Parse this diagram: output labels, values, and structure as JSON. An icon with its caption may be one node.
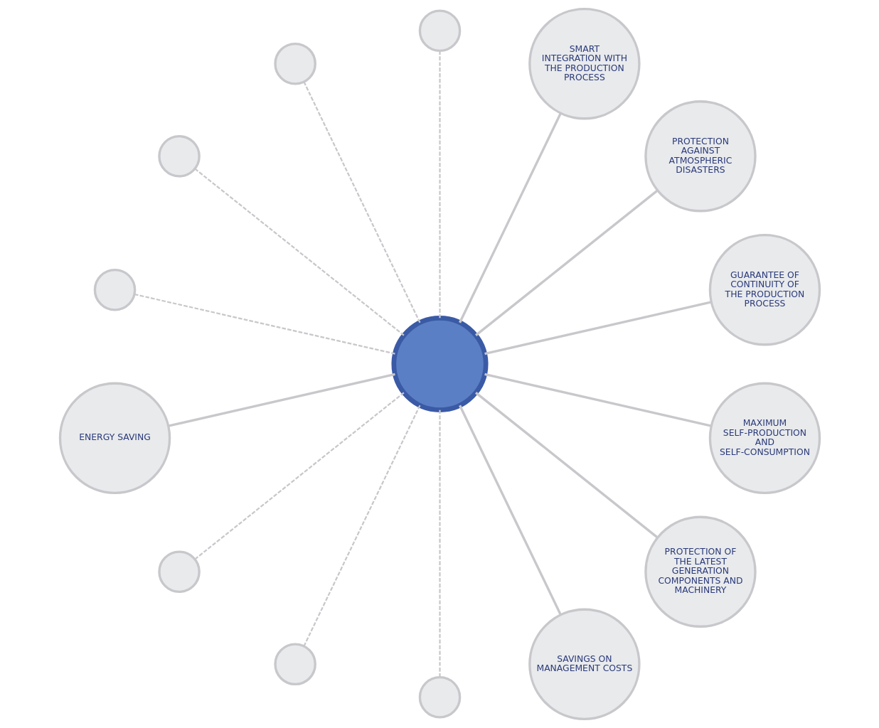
{
  "diagram": {
    "nodes": [
      {
        "text": [
          "GUARANTEE OF CONTINUITY OF THE PRODUCTION PROCESS"
        ]
      },
      {
        "text": [
          "PROTECTION AGAINST ATMOSPHERIC DISASTERS"
        ]
      },
      {
        "text": [
          "SMART INTEGRATION WITH THE PRODUCTION PROCESS"
        ]
      },
      {
        "text": [],
        "shape": "circle"
      },
      {
        "text": [],
        "shape": "circle"
      },
      {
        "text": [],
        "shape": "circle"
      },
      {
        "text": [],
        "shape": "circle"
      },
      {
        "text": [],
        "shape": "circle"
      },
      {
        "text": [
          "ENERGY SAVING"
        ]
      },
      {
        "text": [],
        "shape": "circle"
      },
      {
        "text": [],
        "shape": "circle"
      },
      {
        "text": [],
        "shape": "circle"
      },
      {
        "text": [
          "SAVINGS ON MANAGEMENT COSTS"
        ]
      },
      {
        "text": [
          "PROTECTION OF THE LATEST GENERATION COMPONENTS AND MACHINERY"
        ]
      },
      {
        "text": [
          "MAXIMUM SELF-PRODUCTION AND SELF-CONSUMPTION"
        ]
      }
    ],
    "edges": [
      {
        "from": 7,
        "to": 0,
        "arrow": "none"
      },
      {
        "from": 7,
        "to": 1,
        "arrow": "none"
      },
      {
        "from": 7,
        "to": 2,
        "arrow": "none"
      },
      {
        "from": 7,
        "to": 3,
        "arrow": "none",
        "style": "dashed"
      },
      {
        "from": 7,
        "to": 4,
        "arrow": "none",
        "style": "dashed"
      },
      {
        "from": 7,
        "to": 5,
        "arrow": "none",
        "style": "dashed"
      },
      {
        "from": 7,
        "to": 6,
        "arrow": "none",
        "style": "dashed"
      },
      {
        "from": 7,
        "to": 8,
        "arrow": "none"
      },
      {
        "from": 7,
        "to": 9,
        "arrow": "none",
        "style": "dashed"
      },
      {
        "from": 7,
        "to": 10,
        "arrow": "none",
        "style": "dashed"
      },
      {
        "from": 7,
        "to": 11,
        "arrow": "none",
        "style": "dashed"
      },
      {
        "from": 7,
        "to": 12,
        "arrow": "none"
      },
      {
        "from": 7,
        "to": 13,
        "arrow": "none"
      },
      {
        "from": 7,
        "to": 14,
        "arrow": "none"
      }
    ]
  }
}
